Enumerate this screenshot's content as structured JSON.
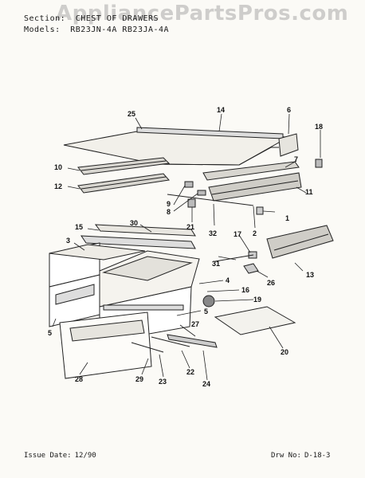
{
  "watermark": "AppliancePartsPros.com",
  "header": {
    "section_label": "Section:",
    "section_value": "CHEST OF DRAWERS",
    "models_label": "Models:",
    "models_value": "RB23JN-4A  RB23JA-4A"
  },
  "footer": {
    "issue_label": "Issue Date:",
    "issue_value": "12/90",
    "drw_label": "Drw No:",
    "drw_value": "D-18-3"
  },
  "callouts": [
    "1",
    "2",
    "3",
    "4",
    "5",
    "5",
    "6",
    "7",
    "8",
    "9",
    "10",
    "11",
    "12",
    "13",
    "14",
    "15",
    "16",
    "17",
    "18",
    "19",
    "20",
    "21",
    "22",
    "23",
    "24",
    "25",
    "26",
    "27",
    "28",
    "29",
    "30",
    "31",
    "32"
  ]
}
